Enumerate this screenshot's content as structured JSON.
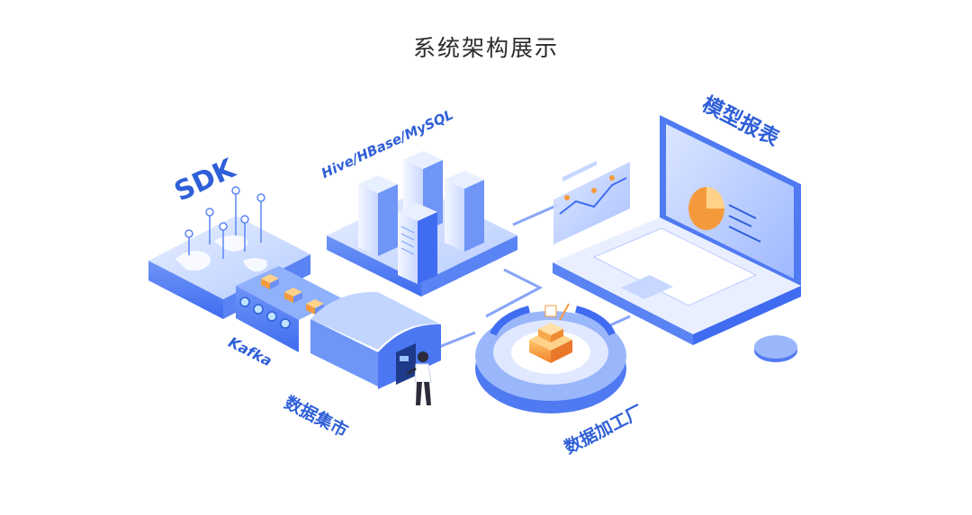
{
  "title": "系统架构展示",
  "labels": {
    "sdk": "SDK",
    "db": "Hive/HBase/MySQL",
    "report": "模型报表",
    "kafka": "Kafka",
    "mart": "数据集市",
    "factory": "数据加工厂"
  },
  "colors": {
    "primary": "#3b6cf0",
    "label": "#2f5fd8",
    "accent": "#f59a3c"
  }
}
